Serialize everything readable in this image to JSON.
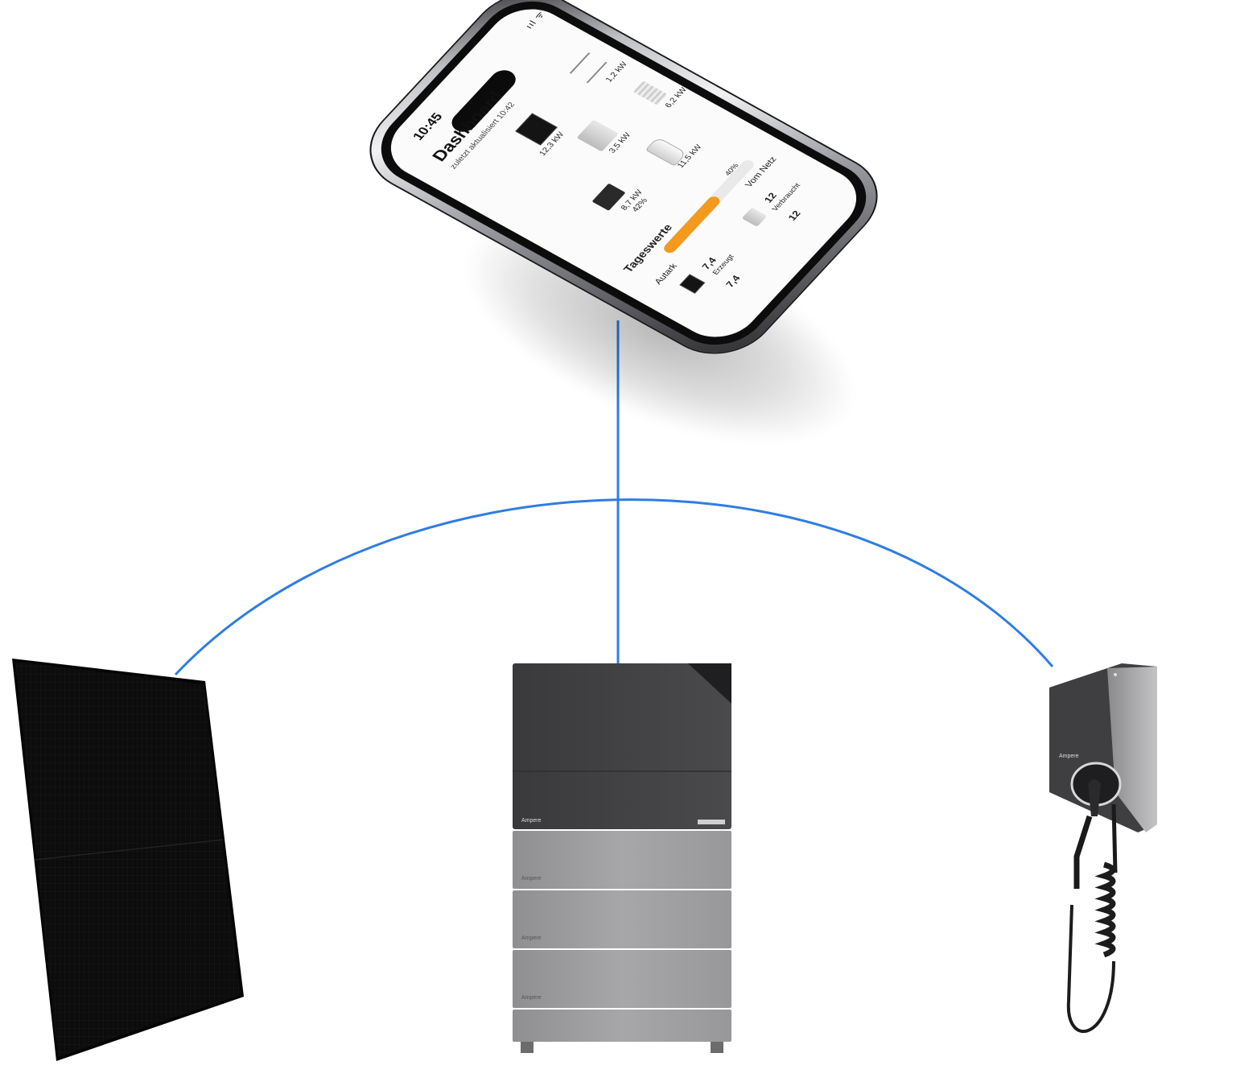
{
  "phone": {
    "status_time": "10:45",
    "status_icons": "ııl ᯤ ▭",
    "title": "Dashboard",
    "subtitle": "zuletzt aktualisiert 10:42",
    "flow": {
      "solar_power": "12,3 kW",
      "grid_power": "1,2 kW",
      "house_power": "3,5 kW",
      "heater_power": "6,2 kW",
      "battery_power": "8,7 kW",
      "battery_soc": "42%",
      "car_power": "11,5 kW"
    },
    "daily": {
      "title": "Tageswerte",
      "autark_label": "Autark",
      "autark_pct": "60%",
      "grid_label": "Vom Netz",
      "grid_pct": "40%",
      "autark_fraction": 0.6,
      "generated_value": "7,4",
      "generated_label": "Erzeugt",
      "generated_value_2": "7,4",
      "consumed_value": "12",
      "consumed_label": "Verbraucht",
      "consumed_value_2": "12"
    },
    "accent_color": "#f39a1e"
  },
  "devices": {
    "storage_brand_top": "Ampere",
    "storage_brand_1": "Ampere",
    "storage_brand_2": "Ampere",
    "storage_brand_3": "Ampere",
    "wallbox_brand": "Ampere"
  },
  "link_color": "#2f7de1"
}
